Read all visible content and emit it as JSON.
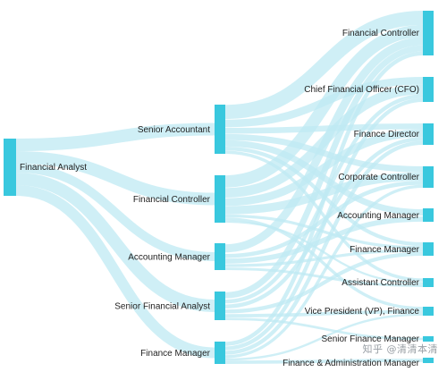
{
  "diagram": {
    "type": "sankey",
    "colors": {
      "node": "#39c8de",
      "link": "#bfeaf3"
    },
    "source": {
      "id": "fa",
      "label": "Financial Analyst"
    },
    "middle": [
      {
        "id": "sa",
        "label": "Senior Accountant"
      },
      {
        "id": "fc",
        "label": "Financial Controller"
      },
      {
        "id": "am",
        "label": "Accounting Manager"
      },
      {
        "id": "sfa",
        "label": "Senior Financial Analyst"
      },
      {
        "id": "fm",
        "label": "Finance Manager"
      }
    ],
    "targets": [
      {
        "id": "t_fc",
        "label": "Financial Controller"
      },
      {
        "id": "t_cfo",
        "label": "Chief Financial Officer (CFO)"
      },
      {
        "id": "t_fd",
        "label": "Finance Director"
      },
      {
        "id": "t_cc",
        "label": "Corporate Controller"
      },
      {
        "id": "t_am",
        "label": "Accounting Manager"
      },
      {
        "id": "t_fm",
        "label": "Finance Manager"
      },
      {
        "id": "t_ac",
        "label": "Assistant Controller"
      },
      {
        "id": "t_vp",
        "label": "Vice President (VP), Finance"
      },
      {
        "id": "t_sfm",
        "label": "Senior Finance Manager"
      },
      {
        "id": "t_fam",
        "label": "Finance & Administration Manager"
      }
    ]
  },
  "watermark": "知乎 @清清本清"
}
